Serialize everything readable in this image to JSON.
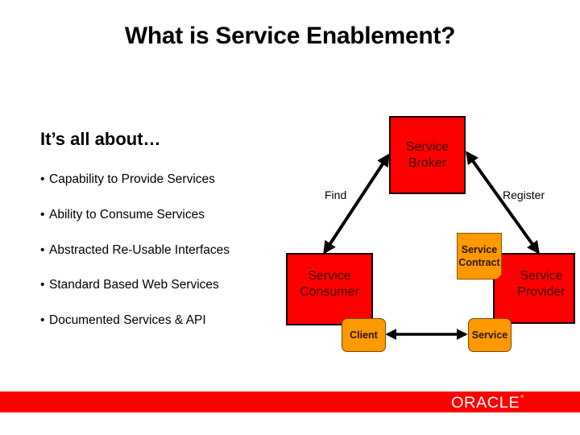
{
  "slide": {
    "title": "What is Service Enablement?",
    "intro": "It’s all about…",
    "bullets": [
      "Capability to Provide Services",
      "Ability to Consume Services",
      "Abstracted Re-Usable Interfaces",
      "Standard Based Web Services",
      "Documented Services & API"
    ],
    "bullet_glyph": "•"
  },
  "diagram": {
    "broker": {
      "line1": "Service",
      "line2": "Broker"
    },
    "consumer": {
      "line1": "Service",
      "line2": "Consumer"
    },
    "provider": {
      "line1": "Service",
      "line2": "Provider"
    },
    "contract": {
      "line1": "Service",
      "line2": "Contract"
    },
    "client": "Client",
    "service": "Service",
    "edges": {
      "find": "Find",
      "register": "Register"
    },
    "colors": {
      "role_box": "#ff0000",
      "artifact_box": "#ff9900",
      "arrow": "#000000"
    }
  },
  "footer": {
    "brand": "ORACLE",
    "trademark": "®",
    "bar_color": "#ff0000"
  }
}
